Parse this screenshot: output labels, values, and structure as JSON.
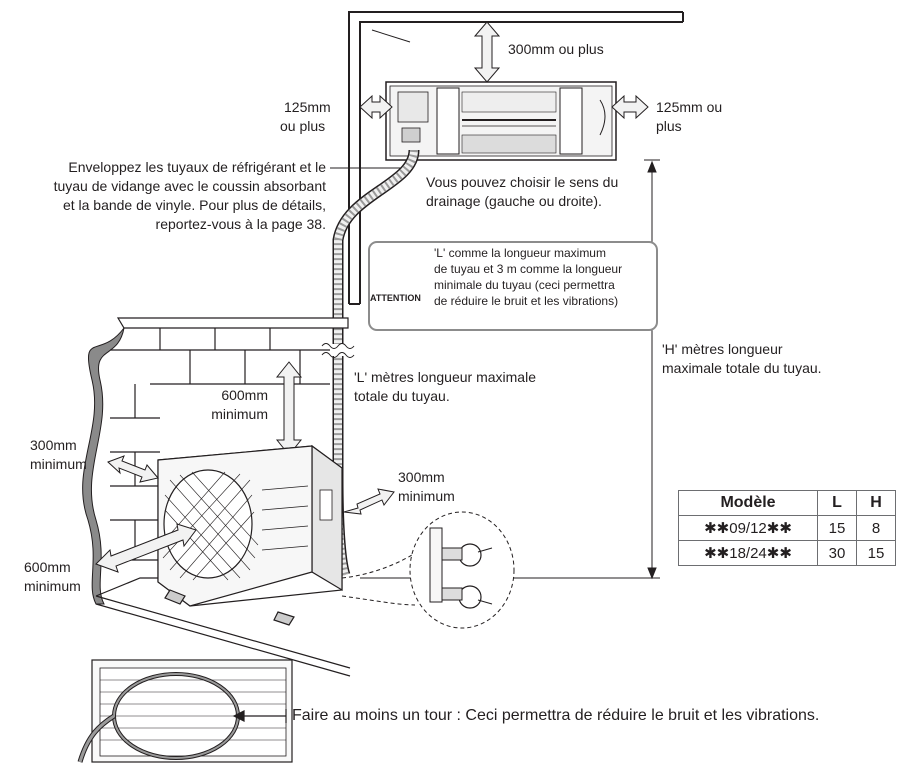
{
  "labels": {
    "top_clearance": "300mm ou plus",
    "left_clearance_1": "125mm",
    "left_clearance_2": "ou plus",
    "right_clearance_1": "125mm ou",
    "right_clearance_2": "plus",
    "wrap_note": [
      "Enveloppez les tuyaux de réfrigérant et le",
      "tuyau de vidange avec le coussin absorbant",
      "et la bande de vinyle. Pour plus de détails,",
      "reportez-vous à la page 38."
    ],
    "drain_note": [
      "Vous pouvez choisir le sens du",
      "drainage (gauche ou droite)."
    ],
    "attention_label": "ATTENTION",
    "attention_text": [
      "'L' comme la longueur maximum",
      "de tuyau et 3 m comme la longueur",
      "minimale du tuyau (ceci permettra",
      "de réduire le bruit et les vibrations)"
    ],
    "h_note": [
      "'H' mètres longueur",
      "maximale totale du tuyau."
    ],
    "l_note": [
      "'L' mètres longueur maximale",
      "totale du tuyau."
    ],
    "outdoor_top_1": "600mm",
    "outdoor_top_2": "minimum",
    "outdoor_left_1": "300mm",
    "outdoor_left_2": "minimum",
    "outdoor_right_1": "300mm",
    "outdoor_right_2": "minimum",
    "outdoor_front_1": "600mm",
    "outdoor_front_2": "minimum",
    "loop_note": "Faire au moins un tour : Ceci permettra de réduire le bruit et les vibrations."
  },
  "table": {
    "headers": [
      "Modèle",
      "L",
      "H"
    ],
    "rows": [
      [
        "✱✱09/12✱✱",
        "15",
        "8"
      ],
      [
        "✱✱18/24✱✱",
        "30",
        "15"
      ]
    ]
  },
  "icons": [
    "warning-triangle-icon"
  ],
  "colors": {
    "line": "#231f20",
    "arrow_fill": "#f2f2f2",
    "box_border": "#8c8c8c"
  }
}
